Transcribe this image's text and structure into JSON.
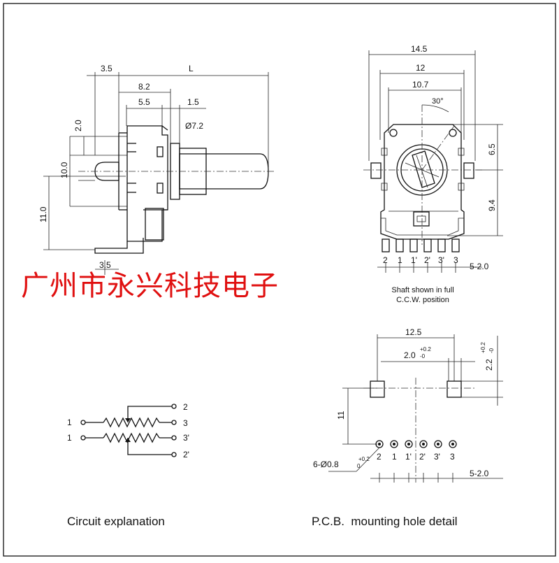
{
  "watermark": "广州市永兴科技电子",
  "side_view": {
    "dims": {
      "d35_top": "3.5",
      "L": "L",
      "d82": "8.2",
      "d55": "5.5",
      "d15": "1.5",
      "dia72": "Ø7.2",
      "d20": "2.0",
      "d100": "10.0",
      "d110": "11.0",
      "d35_bottom": "3.5"
    }
  },
  "front_view": {
    "dims": {
      "d145": "14.5",
      "d12": "12",
      "d107": "10.7",
      "angle": "30°",
      "d65": "6.5",
      "d94": "9.4",
      "pitch": "5-2.0"
    },
    "pins": [
      "2",
      "1",
      "1'",
      "2'",
      "3'",
      "3"
    ],
    "note_line1": "Shaft shown in full",
    "note_line2": "C.C.W. position"
  },
  "circuit": {
    "left_labels": [
      "1",
      "1"
    ],
    "right_labels": [
      "2",
      "3",
      "3'",
      "2'"
    ],
    "caption": "Circuit explanation"
  },
  "pcb": {
    "dims": {
      "d125": "12.5",
      "hole_w": "2.0",
      "hole_w_tol": "+0.2",
      "hole_w_tol2": "-0",
      "hole_h": "2.2",
      "hole_h_tol": "+0.2",
      "hole_h_tol2": "-0",
      "d11": "11",
      "holes": "6-Ø0.8",
      "holes_tol": "+0.2",
      "holes_tol2": "0",
      "pitch": "5-2.0"
    },
    "pins": [
      "2",
      "1",
      "1'",
      "2'",
      "3'",
      "3"
    ],
    "caption": "P.C.B.  mounting hole detail"
  }
}
